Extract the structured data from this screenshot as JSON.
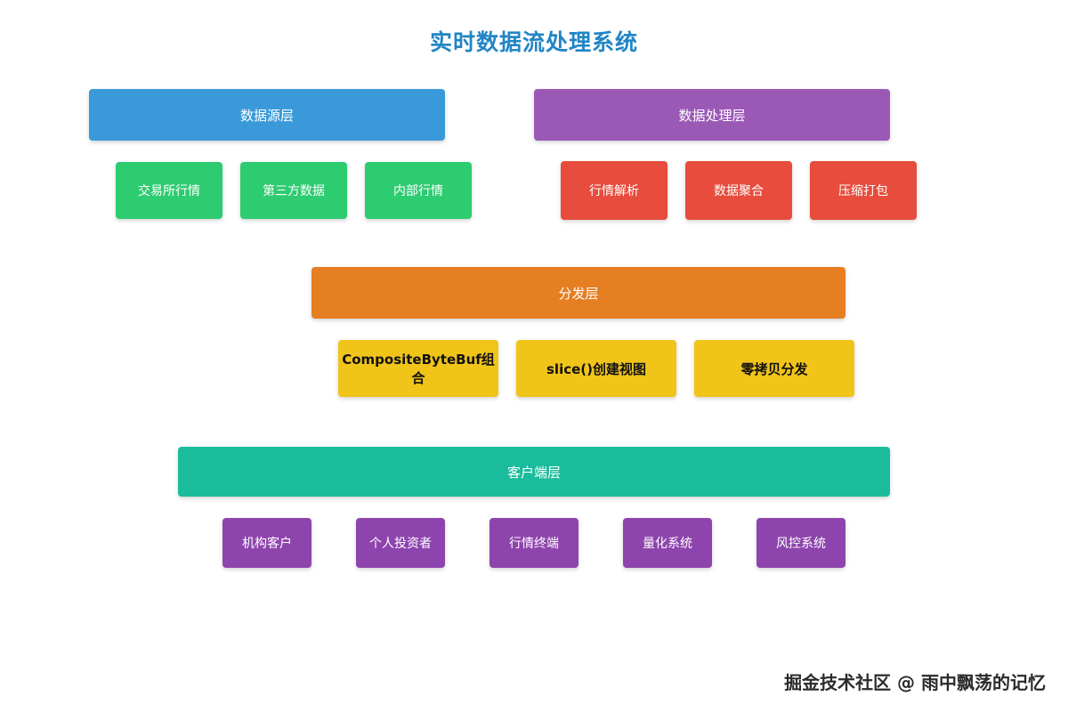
{
  "title": "实时数据流处理系统",
  "title_color": "#2185c5",
  "watermark": "掘金技术社区 @ 雨中飘荡的记忆",
  "diagram": {
    "layers": [
      {
        "name": "数据源层",
        "color": "#3a9ad9",
        "node_color": "#2ecc71",
        "node_text_color": "#ffffff",
        "nodes": [
          "交易所行情",
          "第三方数据",
          "内部行情"
        ]
      },
      {
        "name": "数据处理层",
        "color": "#9b59b6",
        "node_color": "#e74c3c",
        "node_text_color": "#ffffff",
        "nodes": [
          "行情解析",
          "数据聚合",
          "压缩打包"
        ]
      },
      {
        "name": "分发层",
        "color": "#e67e22",
        "node_color": "#f0c419",
        "node_text_color": "#111111",
        "nodes": [
          "CompositeByteBuf组合",
          "slice()创建视图",
          "零拷贝分发"
        ]
      },
      {
        "name": "客户端层",
        "color": "#1abc9c",
        "node_color": "#8e44ad",
        "node_text_color": "#ffffff",
        "nodes": [
          "机构客户",
          "个人投资者",
          "行情终端",
          "量化系统",
          "风控系统"
        ]
      }
    ]
  }
}
